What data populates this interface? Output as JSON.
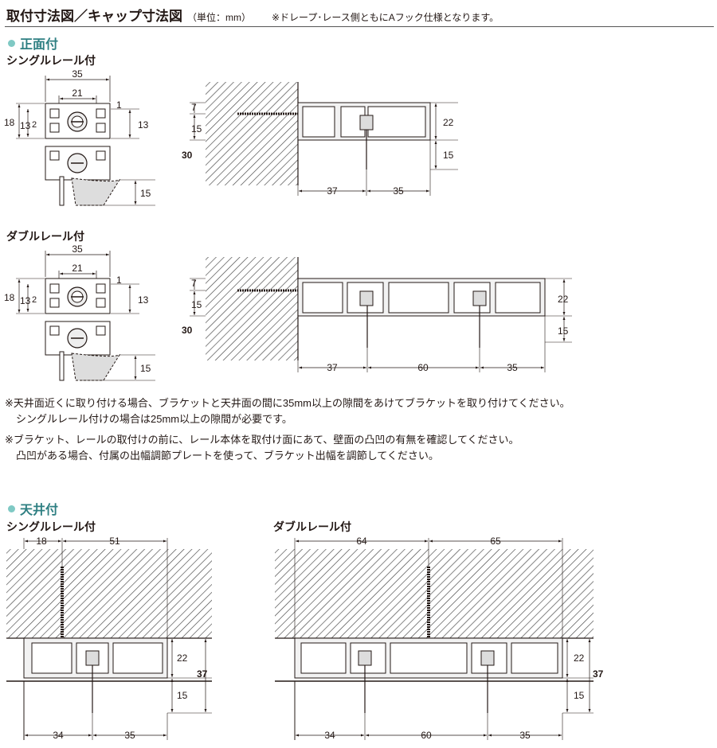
{
  "header": {
    "title": "取付寸法図／キャップ寸法図",
    "unit": "（単位：mm）",
    "note": "※ドレープ･レース側ともにAフック仕様となります。"
  },
  "sections": {
    "front": {
      "label": "正面付",
      "single": {
        "label": "シングルレール付",
        "bracket": {
          "w35": "35",
          "w21": "21",
          "h1": "1",
          "h18": "18",
          "h13a": "13",
          "h2": "2",
          "h13b": "13",
          "h15": "15"
        },
        "rail": {
          "d7": "7",
          "d15": "15",
          "d30": "30",
          "d22": "22",
          "d15b": "15",
          "w37": "37",
          "w35": "35"
        }
      },
      "double": {
        "label": "ダブルレール付",
        "bracket": {
          "w35": "35",
          "w21": "21",
          "h1": "1",
          "h18": "18",
          "h13a": "13",
          "h2": "2",
          "h13b": "13",
          "h15": "15"
        },
        "rail": {
          "d7": "7",
          "d15": "15",
          "d30": "30",
          "d22": "22",
          "d15b": "15",
          "w37": "37",
          "w60": "60",
          "w35": "35"
        }
      }
    },
    "notes": [
      "※天井面近くに取り付ける場合、ブラケットと天井面の間に35mm以上の隙間をあけてブラケットを取り付けてください。",
      "シングルレール付けの場合は25mm以上の隙間が必要です。",
      "※ブラケット、レールの取付けの前に、レール本体を取付け面にあて、壁面の凸凹の有無を確認してください。",
      "凸凹がある場合、付属の出幅調節プレートを使って、ブラケット出幅を調節してください。"
    ],
    "ceiling": {
      "label": "天井付",
      "single": {
        "label": "シングルレール付",
        "dims": {
          "w18": "18",
          "w51": "51",
          "d22": "22",
          "d37": "37",
          "d15": "15",
          "w34": "34",
          "w35": "35"
        }
      },
      "double": {
        "label": "ダブルレール付",
        "dims": {
          "w64": "64",
          "w65": "65",
          "d22": "22",
          "d37": "37",
          "d15": "15",
          "w34": "34",
          "w60": "60",
          "w35": "35"
        }
      }
    }
  }
}
